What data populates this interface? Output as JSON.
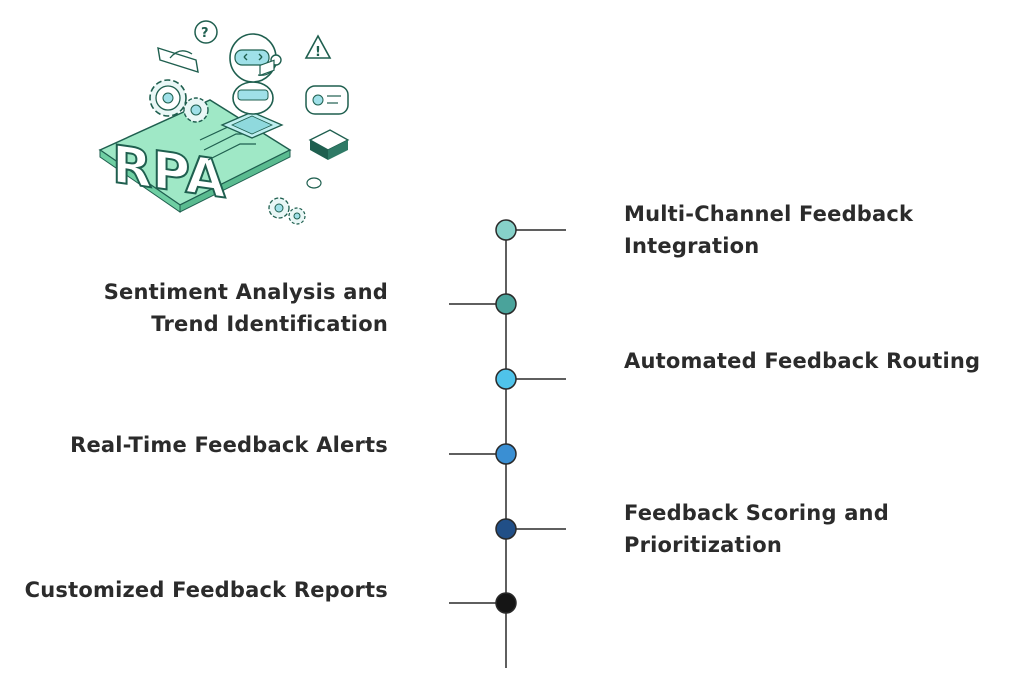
{
  "illustration": {
    "logo_text": "RPA",
    "icons": [
      "robot-head-icon",
      "gear-icon",
      "question-bubble-icon",
      "warning-triangle-icon",
      "chat-bubble-icon",
      "chip-icon",
      "hand-icon"
    ]
  },
  "colors": {
    "timeline_line": "#2a2a2a",
    "dots": [
      "#86d1c9",
      "#4aa39b",
      "#4fc3ea",
      "#3a8fd3",
      "#214f87",
      "#151515"
    ],
    "text": "#2b2b2b",
    "illustration_green": "#1f5f4f",
    "illustration_mint": "#7fe3b9"
  },
  "timeline": {
    "items": [
      {
        "side": "right",
        "lines": [
          "Multi-Channel Feedback",
          "Integration"
        ]
      },
      {
        "side": "left",
        "lines": [
          "Sentiment Analysis and",
          "Trend Identification"
        ]
      },
      {
        "side": "right",
        "lines": [
          "Automated Feedback Routing"
        ]
      },
      {
        "side": "left",
        "lines": [
          "Real-Time Feedback Alerts"
        ]
      },
      {
        "side": "right",
        "lines": [
          "Feedback Scoring and",
          "Prioritization"
        ]
      },
      {
        "side": "left",
        "lines": [
          "Customized Feedback Reports"
        ]
      }
    ]
  }
}
